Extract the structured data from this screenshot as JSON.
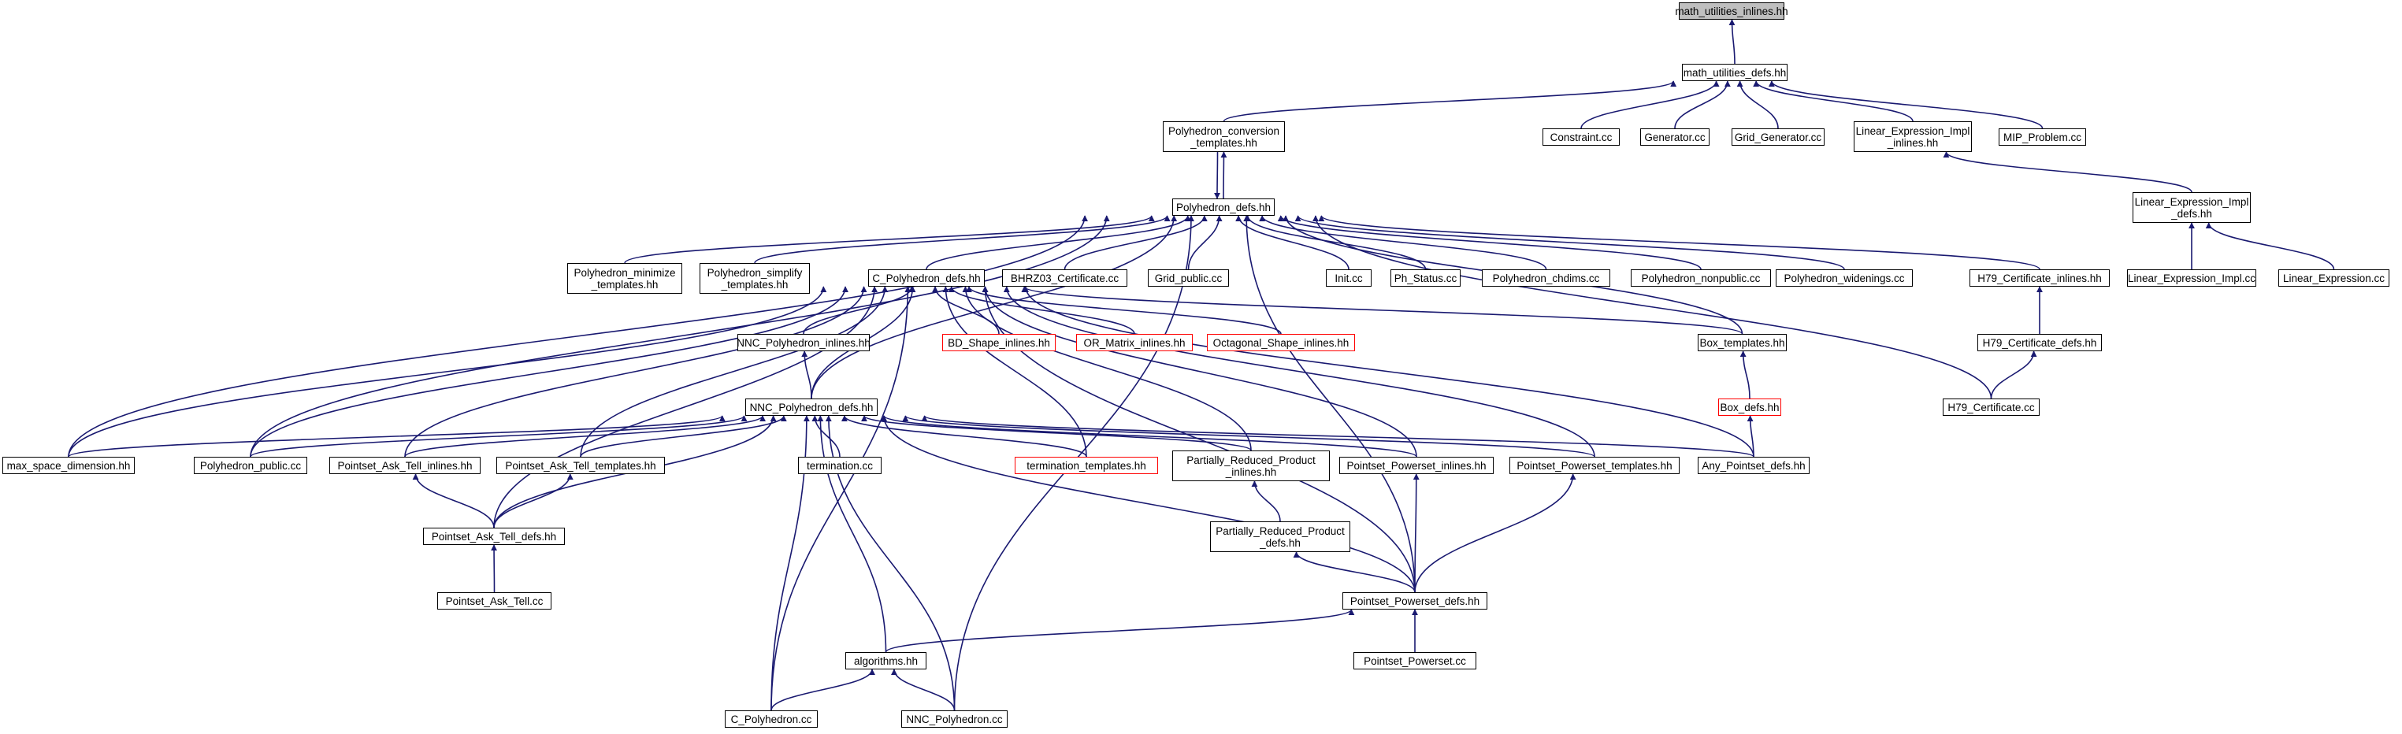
{
  "colors": {
    "edge": "#191970",
    "node_border": "#000000",
    "red_border": "#ff0000",
    "root_fill": "#bfbfbf"
  },
  "nodes": {
    "math_utilities_inlines": "math_utilities_inlines.hh",
    "math_utilities_defs": "math_utilities_defs.hh",
    "polyhedron_conversion_templates": "Polyhedron_conversion\n_templates.hh",
    "constraint_cc": "Constraint.cc",
    "generator_cc": "Generator.cc",
    "grid_generator_cc": "Grid_Generator.cc",
    "linear_expression_impl_inlines": "Linear_Expression_Impl\n_inlines.hh",
    "mip_problem_cc": "MIP_Problem.cc",
    "polyhedron_defs": "Polyhedron_defs.hh",
    "linear_expression_impl_defs": "Linear_Expression_Impl\n_defs.hh",
    "polyhedron_minimize_templates": "Polyhedron_minimize\n_templates.hh",
    "polyhedron_simplify_templates": "Polyhedron_simplify\n_templates.hh",
    "c_polyhedron_defs": "C_Polyhedron_defs.hh",
    "bhrz03_certificate_cc": "BHRZ03_Certificate.cc",
    "grid_public_cc": "Grid_public.cc",
    "init_cc": "Init.cc",
    "ph_status_cc": "Ph_Status.cc",
    "polyhedron_chdims_cc": "Polyhedron_chdims.cc",
    "polyhedron_nonpublic_cc": "Polyhedron_nonpublic.cc",
    "polyhedron_widenings_cc": "Polyhedron_widenings.cc",
    "h79_certificate_inlines": "H79_Certificate_inlines.hh",
    "linear_expression_impl_cc": "Linear_Expression_Impl.cc",
    "linear_expression_cc": "Linear_Expression.cc",
    "nnc_polyhedron_inlines": "NNC_Polyhedron_inlines.hh",
    "bd_shape_inlines": "BD_Shape_inlines.hh",
    "or_matrix_inlines": "OR_Matrix_inlines.hh",
    "octagonal_shape_inlines": "Octagonal_Shape_inlines.hh",
    "box_templates": "Box_templates.hh",
    "h79_certificate_defs": "H79_Certificate_defs.hh",
    "nnc_polyhedron_defs": "NNC_Polyhedron_defs.hh",
    "box_defs": "Box_defs.hh",
    "h79_certificate_cc": "H79_Certificate.cc",
    "max_space_dimension": "max_space_dimension.hh",
    "polyhedron_public_cc": "Polyhedron_public.cc",
    "pointset_ask_tell_inlines": "Pointset_Ask_Tell_inlines.hh",
    "pointset_ask_tell_templates": "Pointset_Ask_Tell_templates.hh",
    "termination_cc": "termination.cc",
    "termination_templates": "termination_templates.hh",
    "partially_reduced_product_inlines": "Partially_Reduced_Product\n_inlines.hh",
    "pointset_powerset_inlines": "Pointset_Powerset_inlines.hh",
    "pointset_powerset_templates": "Pointset_Powerset_templates.hh",
    "any_pointset_defs": "Any_Pointset_defs.hh",
    "pointset_ask_tell_defs": "Pointset_Ask_Tell_defs.hh",
    "partially_reduced_product_defs": "Partially_Reduced_Product\n_defs.hh",
    "pointset_ask_tell_cc": "Pointset_Ask_Tell.cc",
    "pointset_powerset_defs": "Pointset_Powerset_defs.hh",
    "pointset_powerset_cc": "Pointset_Powerset.cc",
    "algorithms": "algorithms.hh",
    "c_polyhedron_cc": "C_Polyhedron.cc",
    "nnc_polyhedron_cc": "NNC_Polyhedron.cc"
  },
  "edges": [
    [
      "math_utilities_defs",
      "math_utilities_inlines"
    ],
    [
      "polyhedron_conversion_templates",
      "math_utilities_defs"
    ],
    [
      "constraint_cc",
      "math_utilities_defs"
    ],
    [
      "generator_cc",
      "math_utilities_defs"
    ],
    [
      "grid_generator_cc",
      "math_utilities_defs"
    ],
    [
      "linear_expression_impl_inlines",
      "math_utilities_defs"
    ],
    [
      "mip_problem_cc",
      "math_utilities_defs"
    ],
    [
      "linear_expression_impl_defs",
      "linear_expression_impl_inlines"
    ],
    [
      "polyhedron_defs",
      "polyhedron_conversion_templates"
    ],
    [
      "polyhedron_conversion_templates",
      "polyhedron_defs"
    ],
    [
      "polyhedron_minimize_templates",
      "polyhedron_defs"
    ],
    [
      "polyhedron_simplify_templates",
      "polyhedron_defs"
    ],
    [
      "c_polyhedron_defs",
      "polyhedron_defs"
    ],
    [
      "bhrz03_certificate_cc",
      "polyhedron_defs"
    ],
    [
      "grid_public_cc",
      "polyhedron_defs"
    ],
    [
      "init_cc",
      "polyhedron_defs"
    ],
    [
      "ph_status_cc",
      "polyhedron_defs"
    ],
    [
      "polyhedron_chdims_cc",
      "polyhedron_defs"
    ],
    [
      "polyhedron_nonpublic_cc",
      "polyhedron_defs"
    ],
    [
      "polyhedron_widenings_cc",
      "polyhedron_defs"
    ],
    [
      "h79_certificate_inlines",
      "polyhedron_defs"
    ],
    [
      "max_space_dimension",
      "polyhedron_defs"
    ],
    [
      "polyhedron_public_cc",
      "polyhedron_defs"
    ],
    [
      "nnc_polyhedron_defs",
      "polyhedron_defs"
    ],
    [
      "h79_certificate_cc",
      "polyhedron_defs"
    ],
    [
      "box_templates",
      "polyhedron_defs"
    ],
    [
      "pointset_powerset_defs",
      "polyhedron_defs"
    ],
    [
      "nnc_polyhedron_cc",
      "polyhedron_defs"
    ],
    [
      "linear_expression_impl_cc",
      "linear_expression_impl_defs"
    ],
    [
      "linear_expression_cc",
      "linear_expression_impl_defs"
    ],
    [
      "h79_certificate_defs",
      "h79_certificate_inlines"
    ],
    [
      "h79_certificate_cc",
      "h79_certificate_defs"
    ],
    [
      "nnc_polyhedron_inlines",
      "c_polyhedron_defs"
    ],
    [
      "bd_shape_inlines",
      "c_polyhedron_defs"
    ],
    [
      "or_matrix_inlines",
      "c_polyhedron_defs"
    ],
    [
      "octagonal_shape_inlines",
      "c_polyhedron_defs"
    ],
    [
      "box_templates",
      "c_polyhedron_defs"
    ],
    [
      "nnc_polyhedron_defs",
      "c_polyhedron_defs"
    ],
    [
      "max_space_dimension",
      "c_polyhedron_defs"
    ],
    [
      "polyhedron_public_cc",
      "c_polyhedron_defs"
    ],
    [
      "pointset_ask_tell_inlines",
      "c_polyhedron_defs"
    ],
    [
      "pointset_ask_tell_templates",
      "c_polyhedron_defs"
    ],
    [
      "termination_templates",
      "c_polyhedron_defs"
    ],
    [
      "partially_reduced_product_inlines",
      "c_polyhedron_defs"
    ],
    [
      "pointset_powerset_inlines",
      "c_polyhedron_defs"
    ],
    [
      "pointset_powerset_templates",
      "c_polyhedron_defs"
    ],
    [
      "any_pointset_defs",
      "c_polyhedron_defs"
    ],
    [
      "pointset_ask_tell_defs",
      "c_polyhedron_defs"
    ],
    [
      "pointset_powerset_defs",
      "c_polyhedron_defs"
    ],
    [
      "c_polyhedron_cc",
      "c_polyhedron_defs"
    ],
    [
      "nnc_polyhedron_defs",
      "nnc_polyhedron_inlines"
    ],
    [
      "box_defs",
      "box_templates"
    ],
    [
      "any_pointset_defs",
      "box_defs"
    ],
    [
      "max_space_dimension",
      "nnc_polyhedron_defs"
    ],
    [
      "polyhedron_public_cc",
      "nnc_polyhedron_defs"
    ],
    [
      "pointset_ask_tell_inlines",
      "nnc_polyhedron_defs"
    ],
    [
      "pointset_ask_tell_templates",
      "nnc_polyhedron_defs"
    ],
    [
      "termination_cc",
      "nnc_polyhedron_defs"
    ],
    [
      "termination_templates",
      "nnc_polyhedron_defs"
    ],
    [
      "partially_reduced_product_inlines",
      "nnc_polyhedron_defs"
    ],
    [
      "pointset_powerset_inlines",
      "nnc_polyhedron_defs"
    ],
    [
      "pointset_powerset_templates",
      "nnc_polyhedron_defs"
    ],
    [
      "any_pointset_defs",
      "nnc_polyhedron_defs"
    ],
    [
      "pointset_ask_tell_defs",
      "nnc_polyhedron_defs"
    ],
    [
      "pointset_powerset_defs",
      "nnc_polyhedron_defs"
    ],
    [
      "algorithms",
      "nnc_polyhedron_defs"
    ],
    [
      "c_polyhedron_cc",
      "nnc_polyhedron_defs"
    ],
    [
      "nnc_polyhedron_cc",
      "nnc_polyhedron_defs"
    ],
    [
      "pointset_ask_tell_defs",
      "pointset_ask_tell_inlines"
    ],
    [
      "pointset_ask_tell_defs",
      "pointset_ask_tell_templates"
    ],
    [
      "partially_reduced_product_defs",
      "partially_reduced_product_inlines"
    ],
    [
      "pointset_powerset_defs",
      "pointset_powerset_inlines"
    ],
    [
      "pointset_powerset_defs",
      "pointset_powerset_templates"
    ],
    [
      "pointset_ask_tell_cc",
      "pointset_ask_tell_defs"
    ],
    [
      "pointset_powerset_defs",
      "partially_reduced_product_defs"
    ],
    [
      "algorithms",
      "pointset_powerset_defs"
    ],
    [
      "pointset_powerset_cc",
      "pointset_powerset_defs"
    ],
    [
      "c_polyhedron_cc",
      "algorithms"
    ],
    [
      "nnc_polyhedron_cc",
      "algorithms"
    ]
  ]
}
